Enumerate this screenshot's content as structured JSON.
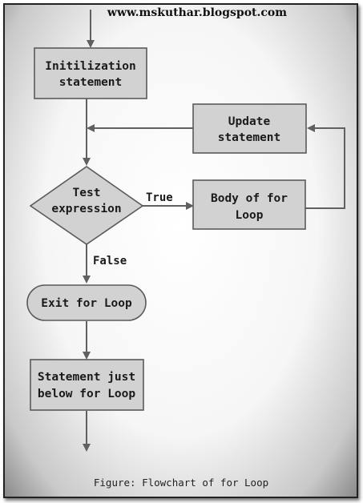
{
  "website": "www.mskuthar.blogspot.com",
  "nodes": {
    "init": [
      "Initilization",
      "statement"
    ],
    "update": [
      "Update",
      "statement"
    ],
    "test": [
      "Test",
      "expression"
    ],
    "body": [
      "Body of for",
      "Loop"
    ],
    "exit": [
      "Exit for Loop"
    ],
    "below": [
      "Statement just",
      "below for Loop"
    ]
  },
  "edges": {
    "true_label": "True",
    "false_label": "False"
  },
  "caption": "Figure: Flowchart of for Loop"
}
